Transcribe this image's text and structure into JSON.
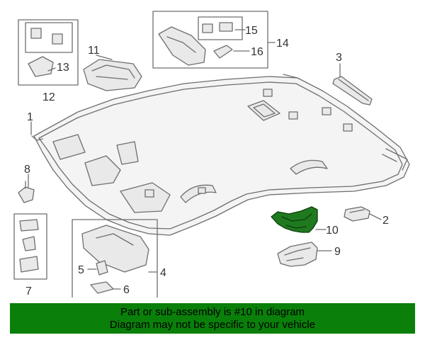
{
  "diagram": {
    "callouts": {
      "c1": "1",
      "c2": "2",
      "c3": "3",
      "c4": "4",
      "c5": "5",
      "c6": "6",
      "c7": "7",
      "c8": "8",
      "c9": "9",
      "c10": "10",
      "c11": "11",
      "c12": "12",
      "c13": "13",
      "c14": "14",
      "c15": "15",
      "c16": "16"
    },
    "colors": {
      "highlight": "#1f7a1f",
      "line": "#6e6e6e",
      "fill": "#e9e9e9",
      "banner": "#0a7f0a"
    }
  },
  "banner": {
    "line1": "Part or sub-assembly is #10 in diagram",
    "line2": "Diagram may not be specific to your vehicle"
  }
}
